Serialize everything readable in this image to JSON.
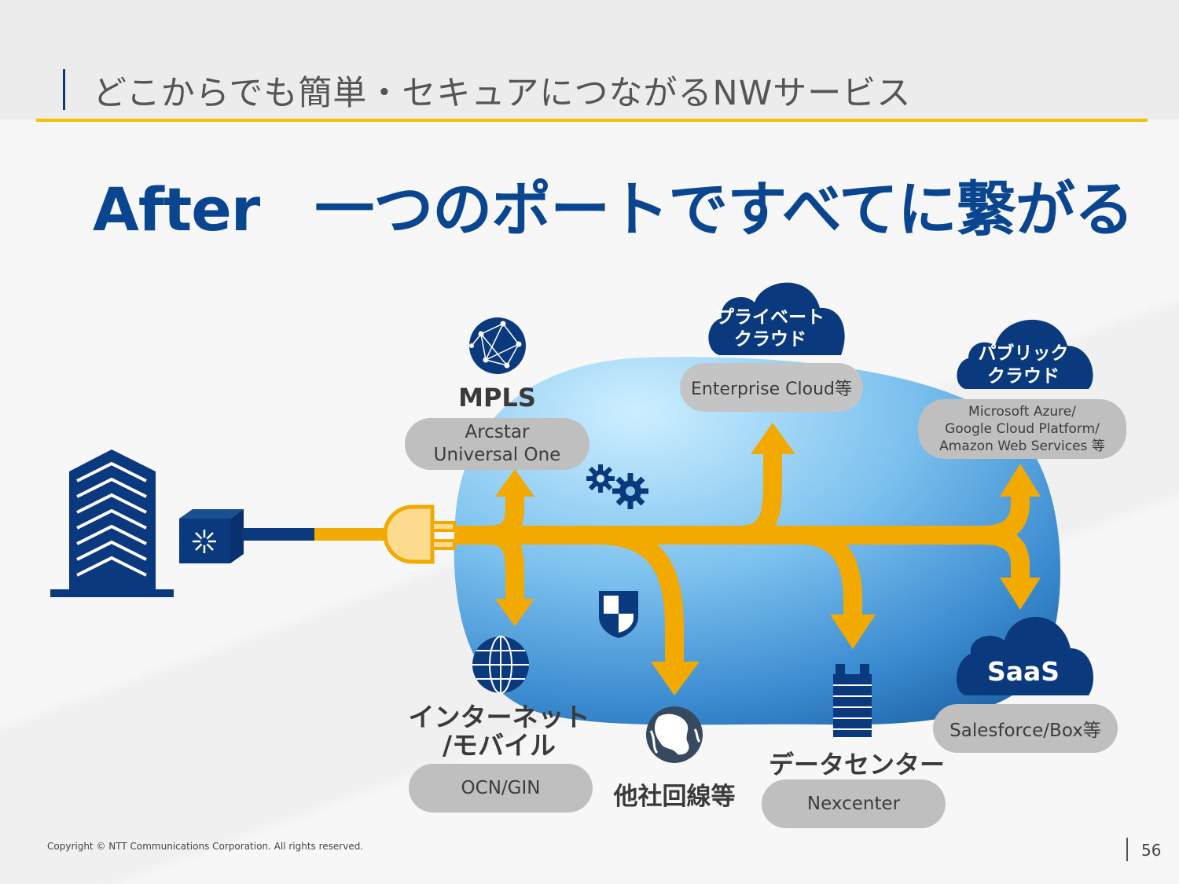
{
  "header": {
    "title": "どこからでも簡単・セキュアにつながるNWサービス"
  },
  "headline": {
    "prefix": "After",
    "text": "一つのポートですべてに繋がる"
  },
  "nodes": {
    "mpls": {
      "name": "MPLS",
      "line1": "Arcstar",
      "line2": "Universal One",
      "icon": "network-globe-icon"
    },
    "private_cloud": {
      "name_line1": "プライベート",
      "name_line2": "クラウド",
      "service": "Enterprise Cloud等",
      "icon": "cloud-icon"
    },
    "public_cloud": {
      "name_line1": "パブリック",
      "name_line2": "クラウド",
      "line1": "Microsoft Azure/",
      "line2": "Google Cloud Platform/",
      "line3": "Amazon Web Services 等",
      "icon": "cloud-icon"
    },
    "internet": {
      "name_line1": "インターネット",
      "name_line2": "/モバイル",
      "service": "OCN/GIN",
      "icon": "globe-icon"
    },
    "other_carrier": {
      "name": "他社回線等",
      "icon": "earth-icon"
    },
    "datacenter": {
      "name": "データセンター",
      "service": "Nexcenter",
      "icon": "server-rack-icon"
    },
    "saas": {
      "name": "SaaS",
      "service": "Salesforce/Box等",
      "icon": "cloud-icon"
    }
  },
  "colors": {
    "navy": "#0a3a7d",
    "arrow": "#f2a900",
    "accent": "#f2c300",
    "pill": "#bfbfbf"
  },
  "footer": {
    "copyright": "Copyright © NTT Communications Corporation. All rights reserved.",
    "page": "56"
  }
}
